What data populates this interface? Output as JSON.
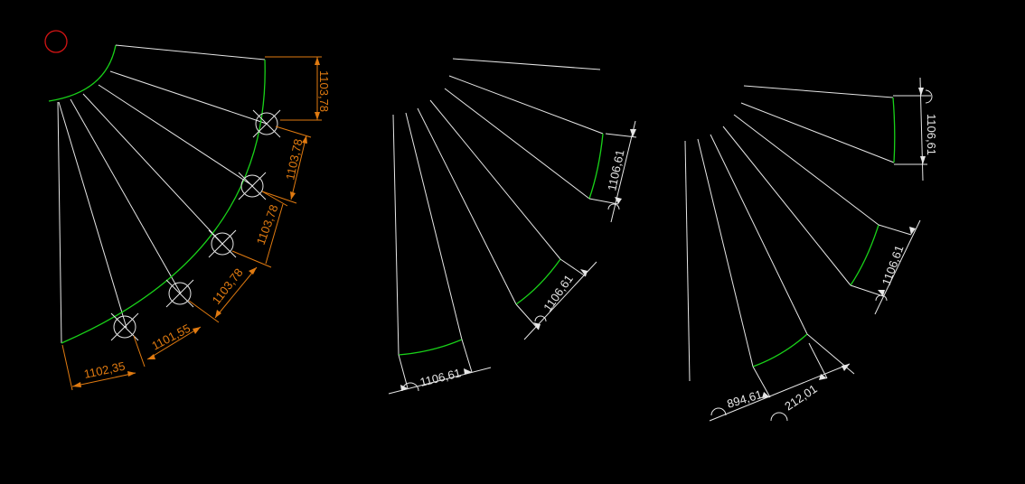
{
  "colors": {
    "background": "#000000",
    "geometry": "#e6e6e6",
    "arc": "#19d219",
    "dimension_highlight": "#e07a10",
    "marker": "#d41414"
  },
  "drawing_1": {
    "dimensions": [
      "1103,78",
      "1103,78",
      "1103,78",
      "1103,78",
      "1101,55",
      "1102,35"
    ]
  },
  "drawing_2": {
    "dimensions": [
      "1106,61",
      "1106,61",
      "1106,61"
    ]
  },
  "drawing_3": {
    "dimensions": [
      "1106,61",
      "1106,61",
      "894,61",
      "212,01"
    ]
  }
}
